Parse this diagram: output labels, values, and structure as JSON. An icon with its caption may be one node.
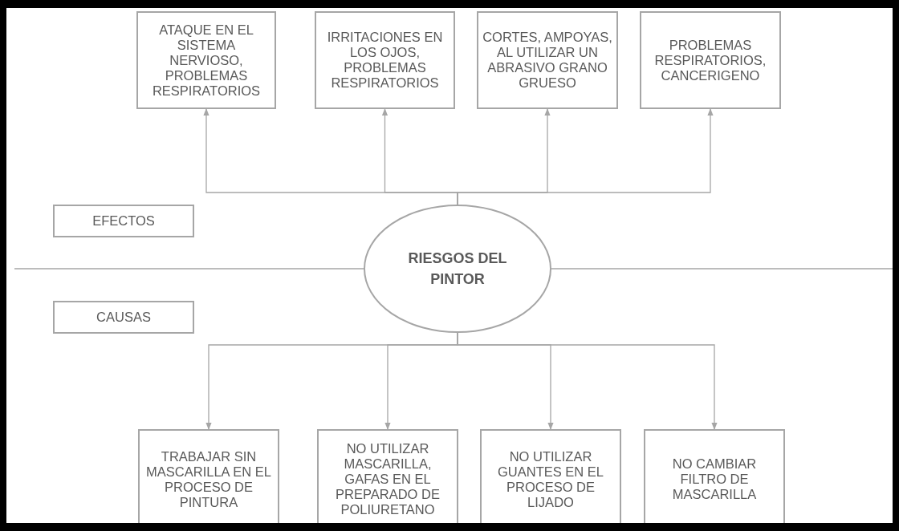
{
  "diagram": {
    "nodes": [
      {
        "text": [
          "ATAQUE EN EL SISTEMA NERVIOSO, PROBLEMAS RESPIRATORIOS"
        ]
      },
      {
        "text": [
          "IRRITACIONES EN LOS OJOS, PROBLEMAS RESPIRATORIOS"
        ]
      },
      {
        "text": [
          "CORTES, AMPOYAS, AL UTILIZAR UN ABRASIVO GRANO GRUESO"
        ]
      },
      {
        "text": [
          "PROBLEMAS RESPIRATORIOS, CANCERIGENO"
        ]
      },
      {
        "text": [
          "EFECTOS"
        ]
      },
      {
        "text": [
          "RIESGOS DEL PINTOR"
        ]
      },
      {
        "text": [
          "CAUSAS"
        ]
      },
      {
        "text": [
          "TRABAJAR SIN MASCARILLA EN EL PROCESO DE PINTURA"
        ]
      },
      {
        "text": [
          "NO UTILIZAR MASCARILLA, GAFAS EN EL PREPARADO DE POLIURETANO"
        ]
      },
      {
        "text": [
          "NO UTILIZAR GUANTES EN EL PROCESO DE LIJADO"
        ]
      },
      {
        "text": [
          "NO CAMBIAR FILTRO DE MASCARILLA"
        ]
      }
    ],
    "edges": [
      {
        "from": 5,
        "to": 0,
        "arrow": "to"
      },
      {
        "from": 5,
        "to": 1,
        "arrow": "to"
      },
      {
        "from": 5,
        "to": 2,
        "arrow": "to"
      },
      {
        "from": 5,
        "to": 3,
        "arrow": "to"
      },
      {
        "from": 5,
        "to": 7,
        "arrow": "to"
      },
      {
        "from": 5,
        "to": 8,
        "arrow": "to"
      },
      {
        "from": 5,
        "to": 9,
        "arrow": "to"
      },
      {
        "from": 5,
        "to": 10,
        "arrow": "to"
      }
    ]
  }
}
